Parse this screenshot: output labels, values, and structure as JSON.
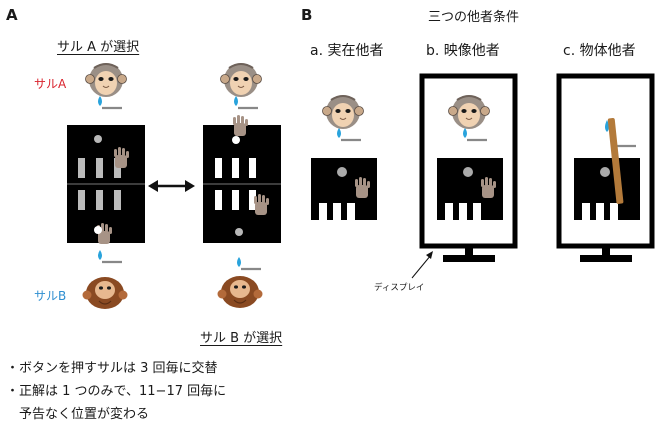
{
  "panel_a": {
    "letter": "A",
    "title_top": "サル A が選択",
    "monkey_a_label": "サルA",
    "monkey_b_label": "サルB",
    "title_bottom": "サル B が選択",
    "notes": [
      "・ボタンを押すサルは 3 回毎に交替",
      "・正解は 1 つのみで、11−17 回毎に",
      "　予告なく位置が変わる"
    ]
  },
  "panel_b": {
    "letter": "B",
    "title": "三つの他者条件",
    "conditions": [
      "a. 実在他者",
      "b. 映像他者",
      "c. 物体他者"
    ],
    "display_label": "ディスプレイ"
  },
  "colors": {
    "red_label": "#d9232d",
    "blue_label": "#2f8fd1",
    "water_drop": "#29a3dc",
    "stick": "#b37a3a"
  }
}
